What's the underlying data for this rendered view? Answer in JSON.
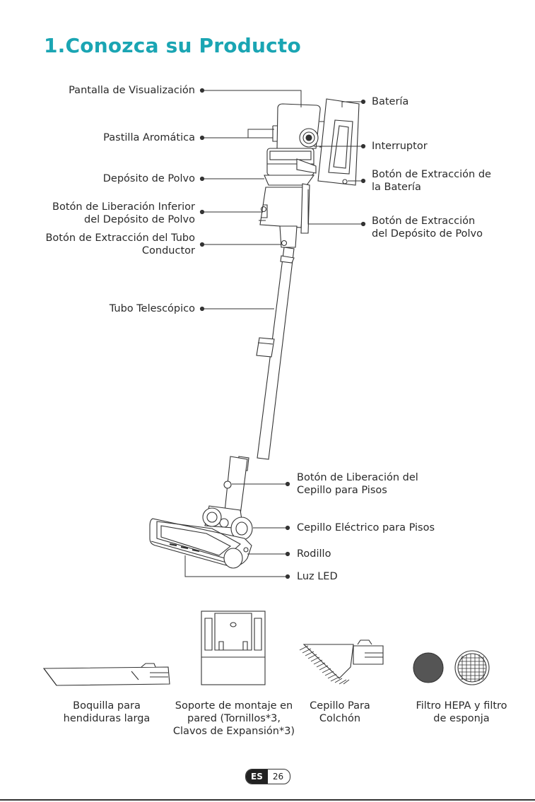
{
  "heading": "1.Conozca su Producto",
  "labels": {
    "display": "Pantalla de Visualización",
    "aroma": "Pastilla Aromática",
    "dust_bin": "Depósito de Polvo",
    "bin_release_1": "Botón de Liberación Inferior",
    "bin_release_2": "del Depósito de Polvo",
    "tube_release_1": "Botón de Extracción del Tubo",
    "tube_release_2": "Conductor",
    "telescopic": "Tubo Telescópico",
    "battery": "Batería",
    "switch": "Interruptor",
    "battery_release_1": "Botón de Extracción de",
    "battery_release_2": "la Batería",
    "bin_extract_1": "Botón de Extracción",
    "bin_extract_2": "del Depósito de Polvo",
    "floor_release_1": "Botón de Liberación del",
    "floor_release_2": "Cepillo para Pisos",
    "floor_brush": "Cepillo Eléctrico para Pisos",
    "roller": "Rodillo",
    "led": "Luz LED"
  },
  "accessories": {
    "crevice_1": "Boquilla para",
    "crevice_2": "hendiduras larga",
    "mount_1": "Soporte de montaje en",
    "mount_2": "pared (Tornillos*3,",
    "mount_3": "Clavos de Expansión*3)",
    "mattress_1": "Cepillo Para",
    "mattress_2": "Colchón",
    "filter_1": "Filtro HEPA y filtro",
    "filter_2": "de esponja"
  },
  "footer": {
    "lang": "ES",
    "page": "26"
  }
}
